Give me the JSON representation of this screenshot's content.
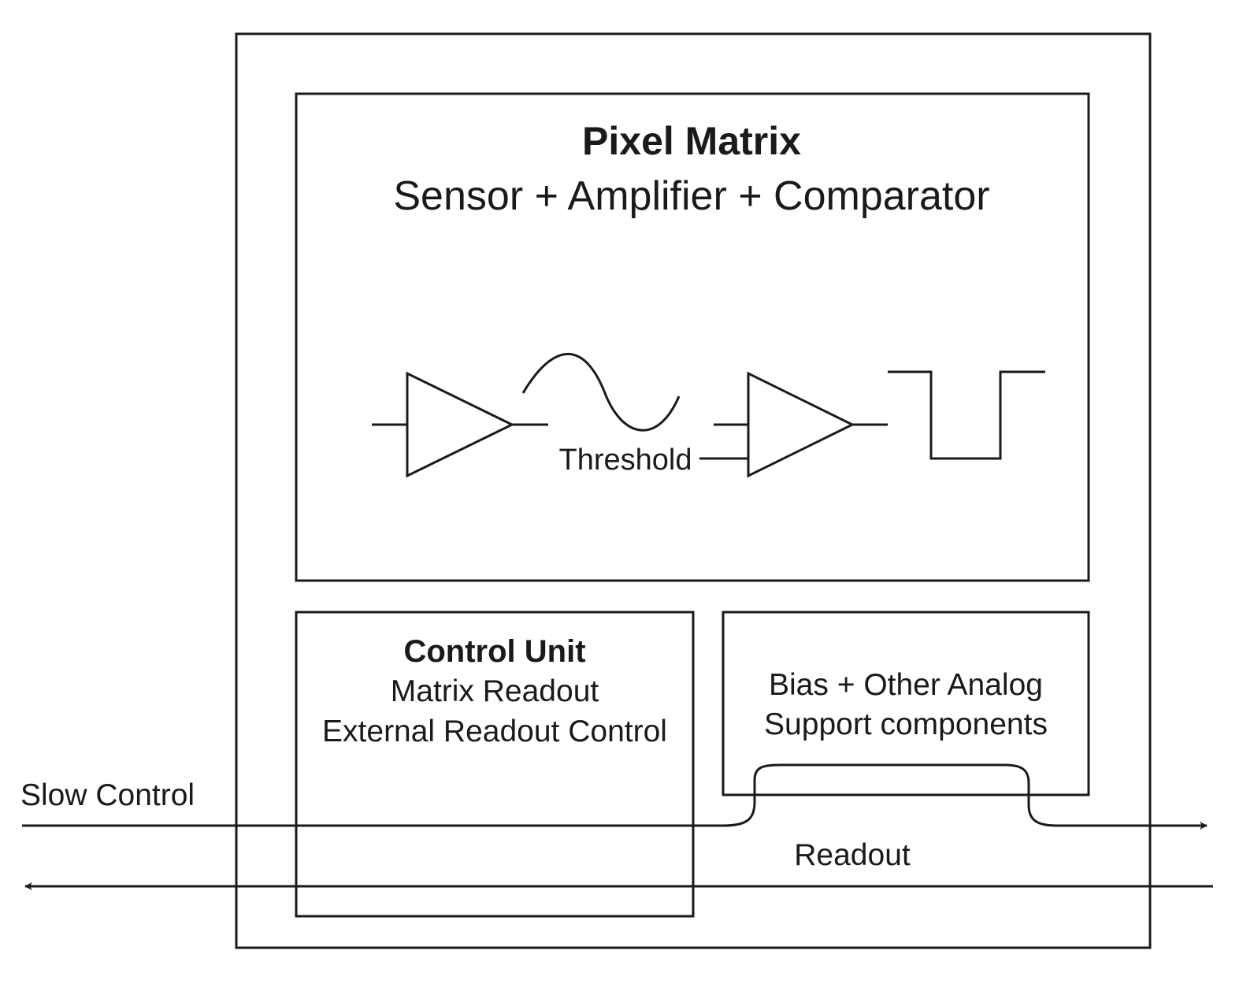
{
  "colors": {
    "stroke": "#1a1a1a",
    "background": "#ffffff"
  },
  "pixel_matrix": {
    "title": "Pixel Matrix",
    "subtitle": "Sensor + Amplifier + Comparator",
    "threshold_label": "Threshold"
  },
  "control_unit": {
    "title": "Control Unit",
    "line1": "Matrix Readout",
    "line2": "External Readout Control"
  },
  "bias_block": {
    "line1": "Bias + Other Analog",
    "line2": "Support components"
  },
  "signals": {
    "slow_control": "Slow Control",
    "readout": "Readout"
  }
}
